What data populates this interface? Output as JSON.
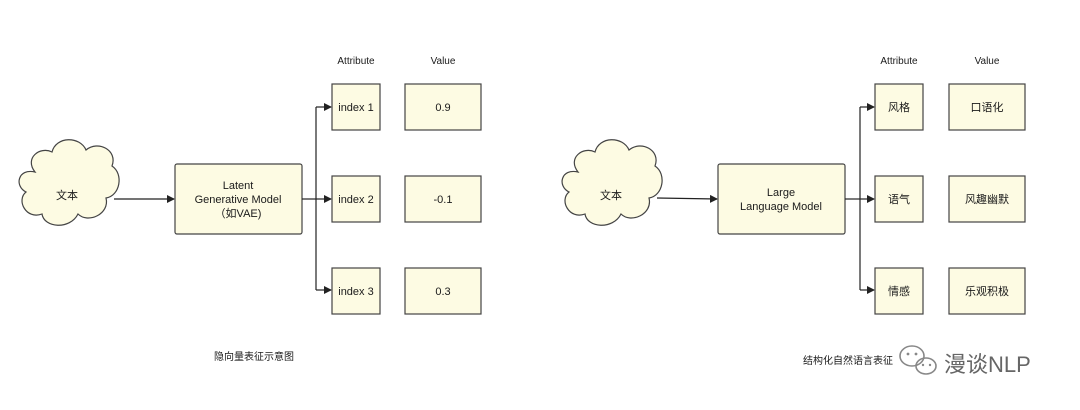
{
  "left": {
    "cloud_label": "文本",
    "model_lines": [
      "Latent",
      "Generative Model",
      "（如VAE)"
    ],
    "attribute_header": "Attribute",
    "value_header": "Value",
    "attributes": [
      "index 1",
      "index 2",
      "index 3"
    ],
    "values": [
      "0.9",
      "-0.1",
      "0.3"
    ],
    "caption": "隐向量表征示意图"
  },
  "right": {
    "cloud_label": "文本",
    "model_lines": [
      "Large",
      "Language Model"
    ],
    "attribute_header": "Attribute",
    "value_header": "Value",
    "attributes": [
      "风格",
      "语气",
      "情感"
    ],
    "values": [
      "口语化",
      "风趣幽默",
      "乐观积极"
    ],
    "caption": "结构化自然语言表征"
  },
  "watermark": {
    "text": "漫谈NLP"
  }
}
